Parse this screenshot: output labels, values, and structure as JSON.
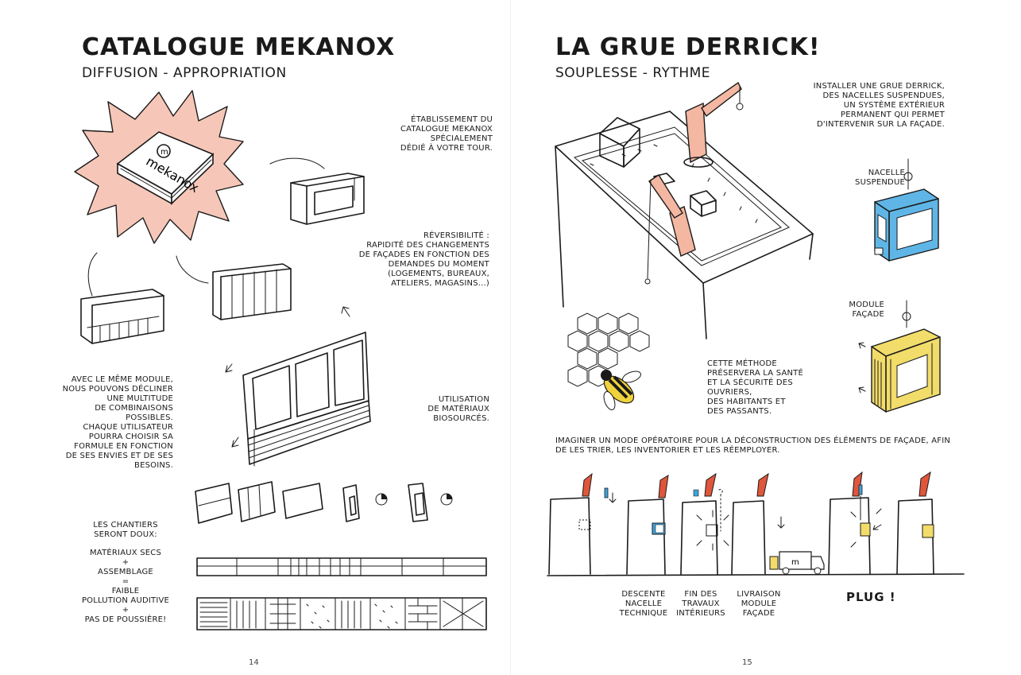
{
  "left": {
    "title": "CATALOGUE MEKANOX",
    "subtitle": "DIFFUSION - APPROPRIATION",
    "logo_text": "mekanox",
    "logo_letter": "m",
    "note_catalogue": "ÉTABLISSEMENT DU\nCATALOGUE MEKANOX\nSPÉCIALEMENT\nDÉDIÉ À VOTRE TOUR.",
    "note_reversibility": "RÉVERSIBILITÉ :\nRAPIDITÉ DES CHANGEMENTS\nDE FAÇADES EN FONCTION DES\nDEMANDES DU MOMENT\n(LOGEMENTS, BUREAUX,\nATELIERS, MAGASINS...)",
    "note_module": "AVEC LE MÊME MODULE,\nNOUS POUVONS DÉCLINER\nUNE MULTITUDE\nDE COMBINAISONS\nPOSSIBLES.\nCHAQUE UTILISATEUR\nPOURRA CHOISIR SA\nFORMULE EN FONCTION\nDE SES ENVIES ET DE SES\nBESOINS.",
    "note_materials": "UTILISATION\nDE MATÉRIAUX\nBIOSOURCÉS.",
    "note_chantiers": "LES CHANTIERS\nSERONT DOUX:",
    "note_formula": "MATÉRIAUX SECS\n+\nASSEMBLAGE\n=\nFAIBLE\nPOLLUTION AUDITIVE\n+\nPAS DE POUSSIÈRE!",
    "page_number": "14"
  },
  "right": {
    "title": "LA GRUE DERRICK!",
    "subtitle": "SOUPLESSE - RYTHME",
    "note_crane": "INSTALLER UNE GRUE DERRICK,\nDES NACELLES SUSPENDUES,\nUN SYSTÈME EXTÉRIEUR\nPERMANENT QUI PERMET\nD'INTERVENIR SUR LA FAÇADE.",
    "note_nacelle": "NACELLE\nSUSPENDUE",
    "note_module": "MODULE\nFAÇADE",
    "note_method": "CETTE MÉTHODE\nPRÉSERVERA LA SANTÉ\nET LA SÉCURITÉ DES\nOUVRIERS,\nDES HABITANTS ET\nDES PASSANTS.",
    "note_operating": "IMAGINER UN MODE OPÉRATOIRE POUR LA DÉCONSTRUCTION DES ÉLÉMENTS DE FAÇADE, AFIN\nDE LES TRIER, LES INVENTORIER ET LES RÉEMPLOYER.",
    "step_labels": [
      "DESCENTE\nNACELLE\nTECHNIQUE",
      "FIN DES\nTRAVAUX\nINTÉRIEURS",
      "LIVRAISON\nMODULE\nFAÇADE"
    ],
    "plug_label": "PLUG !",
    "truck_letter": "m",
    "page_number": "15"
  },
  "colors": {
    "burst": "#f6c7b8",
    "nacelle": "#5fb6e6",
    "module": "#f2dc6a",
    "crane": "#f3b7a2",
    "red_accent": "#e0563b",
    "blue_accent": "#3fa3dc",
    "yellow_accent": "#f0d23c"
  }
}
